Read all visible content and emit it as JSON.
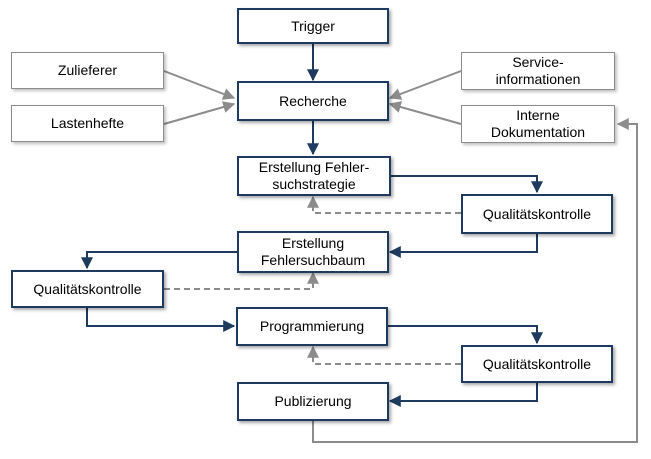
{
  "boxes": {
    "trigger": "Trigger",
    "zulieferer": "Zulieferer",
    "lastenhefte": "Lastenhefte",
    "recherche": "Recherche",
    "serviceinformationen": "Service-\ninformationen",
    "interne_dokumentation": "Interne\nDokumentation",
    "fehlersuchstrategie": "Erstellung Fehler-\nsuchstrategie",
    "qk1": "Qualitätskontrolle",
    "fehlersuchbaum": "Erstellung\nFehlersuchbaum",
    "qk2": "Qualitätskontrolle",
    "programmierung": "Programmierung",
    "qk3": "Qualitätskontrolle",
    "publizierung": "Publizierung"
  },
  "colors": {
    "main_border": "#1f3a5f",
    "main_arrow": "#1f3a5f",
    "side_arrow": "#8c8c8c",
    "feedback_arrow": "#8c8c8c"
  }
}
